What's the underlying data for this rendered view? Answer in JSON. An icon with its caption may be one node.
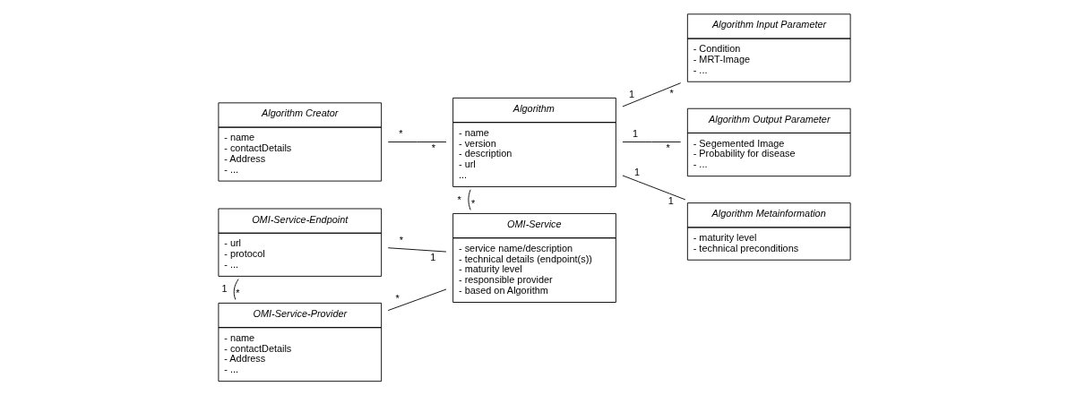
{
  "diagram": {
    "nodes": [
      {
        "text": [
          "Algorithm Creator",
          "- name",
          "- contactDetails",
          "- Address",
          "- ..."
        ]
      },
      {
        "text": [
          "Algorithm",
          "- name",
          "- version",
          "- description",
          "- url",
          "..."
        ]
      },
      {
        "text": [
          "Algorithm Input Parameter",
          "- Condition",
          "- MRT-Image",
          "- ..."
        ]
      },
      {
        "text": [
          "OMI-Service-Endpoint",
          "- url",
          "- protocol",
          "- ..."
        ]
      },
      {
        "text": [
          "Algorithm Output Parameter",
          "- Segemented Image",
          "- Probability for disease",
          "- ..."
        ]
      },
      {
        "text": [
          "OMI-Service",
          "- service name/description",
          "- technical details (endpoint(s))",
          "- maturity level",
          "- responsible provider",
          "- based on Algorithm"
        ]
      },
      {
        "text": [
          "OMI-Service-Provider",
          "- name",
          "- contactDetails",
          "- Address",
          "- ..."
        ]
      },
      {
        "text": [
          "Algorithm Metainformation",
          "- maturity level",
          "- technical preconditions"
        ]
      }
    ],
    "edges": [
      {
        "from": 0,
        "to": 1,
        "arrow": "none"
      },
      {
        "from": 1,
        "to": 2,
        "arrow": "none"
      },
      {
        "from": 1,
        "to": 4,
        "arrow": "none"
      },
      {
        "from": 1,
        "to": 5,
        "arrow": "none"
      },
      {
        "from": 1,
        "to": 7,
        "arrow": "none"
      },
      {
        "from": 3,
        "to": 5,
        "arrow": "none"
      },
      {
        "from": 3,
        "to": 6,
        "arrow": "none"
      },
      {
        "from": 6,
        "to": 5,
        "arrow": "none"
      }
    ],
    "labels": [
      "*",
      "*",
      "1",
      "*",
      "1",
      "*",
      "*",
      "*",
      "1",
      "1",
      "*",
      "1",
      "*",
      "1",
      "*"
    ]
  }
}
